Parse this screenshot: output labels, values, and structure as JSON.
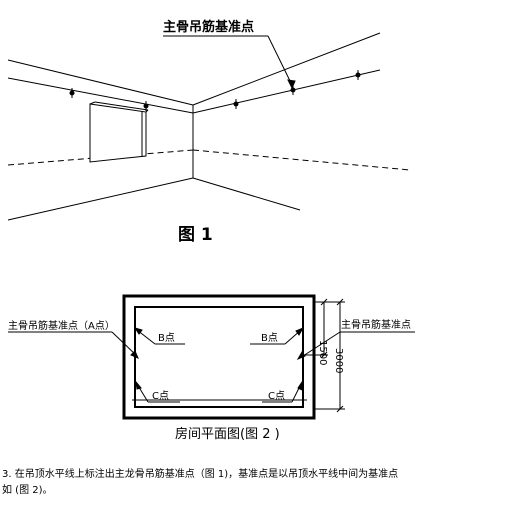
{
  "figure1": {
    "callout_label": "主骨吊筋基准点",
    "caption": "图 1"
  },
  "figure2": {
    "label_a": "主骨吊筋基准点（A点）",
    "label_right": "主骨吊筋基准点",
    "point_b_left": "B点",
    "point_b_right": "B点",
    "point_c_left": "C点",
    "point_c_right": "C点",
    "dim_1500": "1500",
    "dim_3000": "3000",
    "caption": "房间平面图(图 2 )"
  },
  "notes": {
    "line1": "3. 在吊顶水平线上标注出主龙骨吊筋基准点（图 1)，基准点是以吊顶水平线中间为基准点",
    "line2": "如 (图 2)。"
  }
}
